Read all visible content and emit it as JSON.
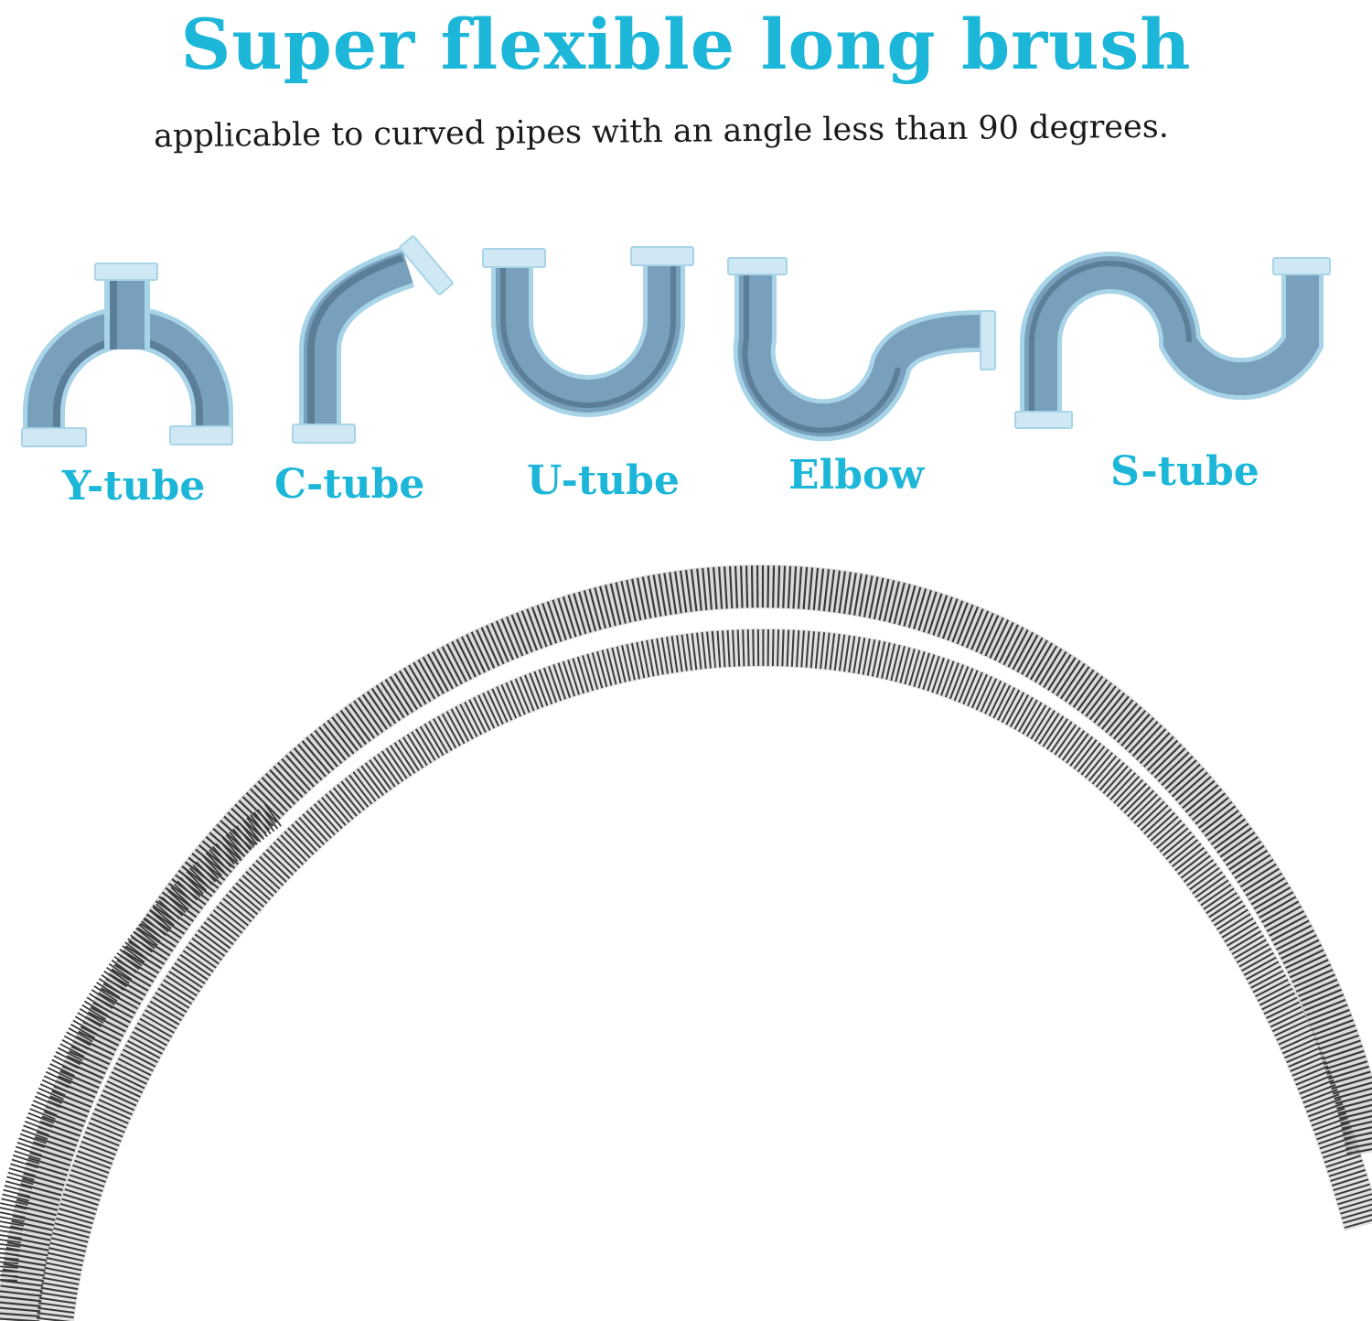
{
  "headline": "Super flexible long brush",
  "subline": "applicable to curved pipes with an angle less than 90 degrees.",
  "pipe_types": [
    {
      "label": "Y-tube",
      "icon": "y-tube-pipe-icon"
    },
    {
      "label": "C-tube",
      "icon": "c-tube-pipe-icon"
    },
    {
      "label": "U-tube",
      "icon": "u-tube-pipe-icon"
    },
    {
      "label": "Elbow",
      "icon": "elbow-pipe-icon"
    },
    {
      "label": "S-tube",
      "icon": "s-tube-pipe-icon"
    }
  ],
  "product_image": "coiled-spring-drain-brush",
  "colors": {
    "accent": "#1cb6d9",
    "subtext": "#1a1a1a",
    "pipe_outer": "#a8d4e8",
    "pipe_body": "#78a0bc",
    "pipe_shadow": "#5b7f99",
    "pipe_cap": "#cfe8f4",
    "spring": "#3a3a3a"
  }
}
